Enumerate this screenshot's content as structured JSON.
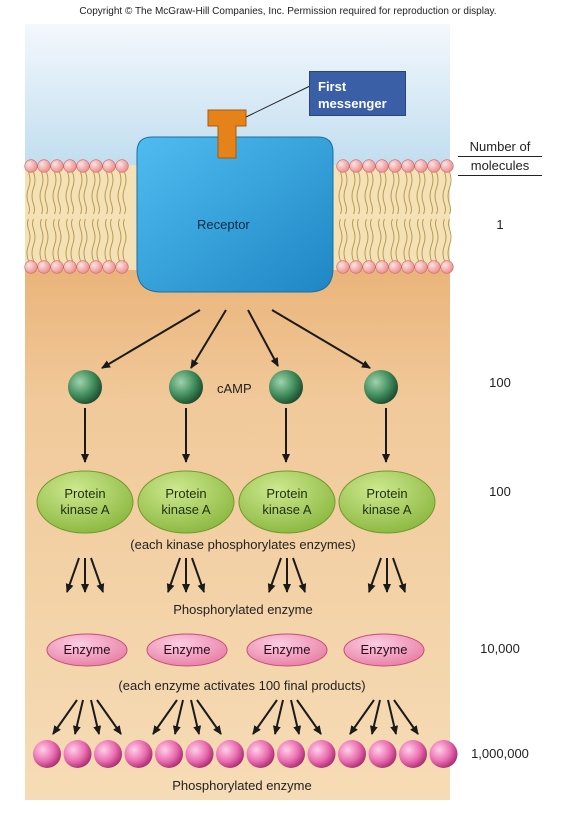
{
  "copyright": "Copyright © The McGraw-Hill Companies, Inc. Permission required for reproduction or display.",
  "first_messenger": {
    "line1": "First",
    "line2": "messenger"
  },
  "receptor_label": "Receptor",
  "camp_label": "cAMP",
  "column_header": {
    "line1": "Number of",
    "line2": "molecules"
  },
  "counts": {
    "receptor": "1",
    "camp": "100",
    "kinase": "100",
    "enzyme": "10,000",
    "products": "1,000,000"
  },
  "kinase": {
    "line1": "Protein",
    "line2": "kinase A"
  },
  "kinase_caption": "(each kinase phosphorylates enzymes)",
  "phosphorylated_caption_1": "Phosphorylated enzyme",
  "enzyme_label": "Enzyme",
  "enzyme_caption": "(each enzyme activates 100 final products)",
  "phosphorylated_caption_2": "Phosphorylated enzyme",
  "colors": {
    "extracellular": "#cfe6f5",
    "cytoplasm": "#f2cfa2",
    "receptor": "#2f9fdb",
    "messenger": "#e07b16",
    "camp": "#3a7d52",
    "kinase": "#9cc64a",
    "enzyme": "#ef8fc2",
    "product": "#e65fa8",
    "lipid_head": "#f3a6a6"
  }
}
